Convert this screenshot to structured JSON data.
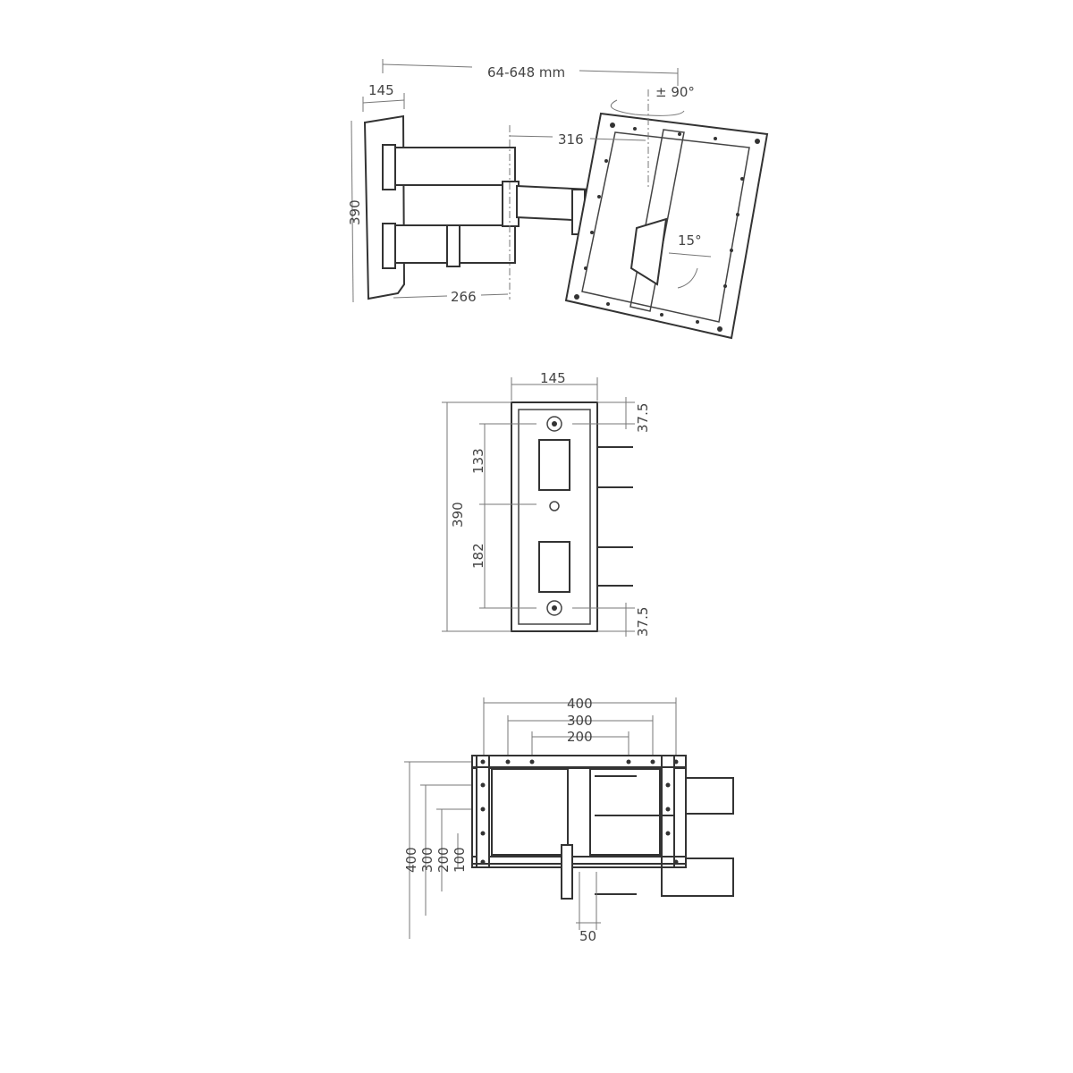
{
  "top_view": {
    "reach": "64-648 mm",
    "plate_width": "145",
    "swivel": "± 90°",
    "arm_outer": "316",
    "plate_height": "390",
    "tilt": "15°",
    "arm_inner": "266"
  },
  "wall_plate_view": {
    "width": "145",
    "top_offset": "37.5",
    "upper_spacing": "133",
    "height": "390",
    "lower_spacing": "182",
    "bottom_offset": "37.5"
  },
  "vesa_view": {
    "horizontal": [
      "400",
      "300",
      "200"
    ],
    "vertical": [
      "400",
      "300",
      "200",
      "100"
    ],
    "offset": "50"
  }
}
